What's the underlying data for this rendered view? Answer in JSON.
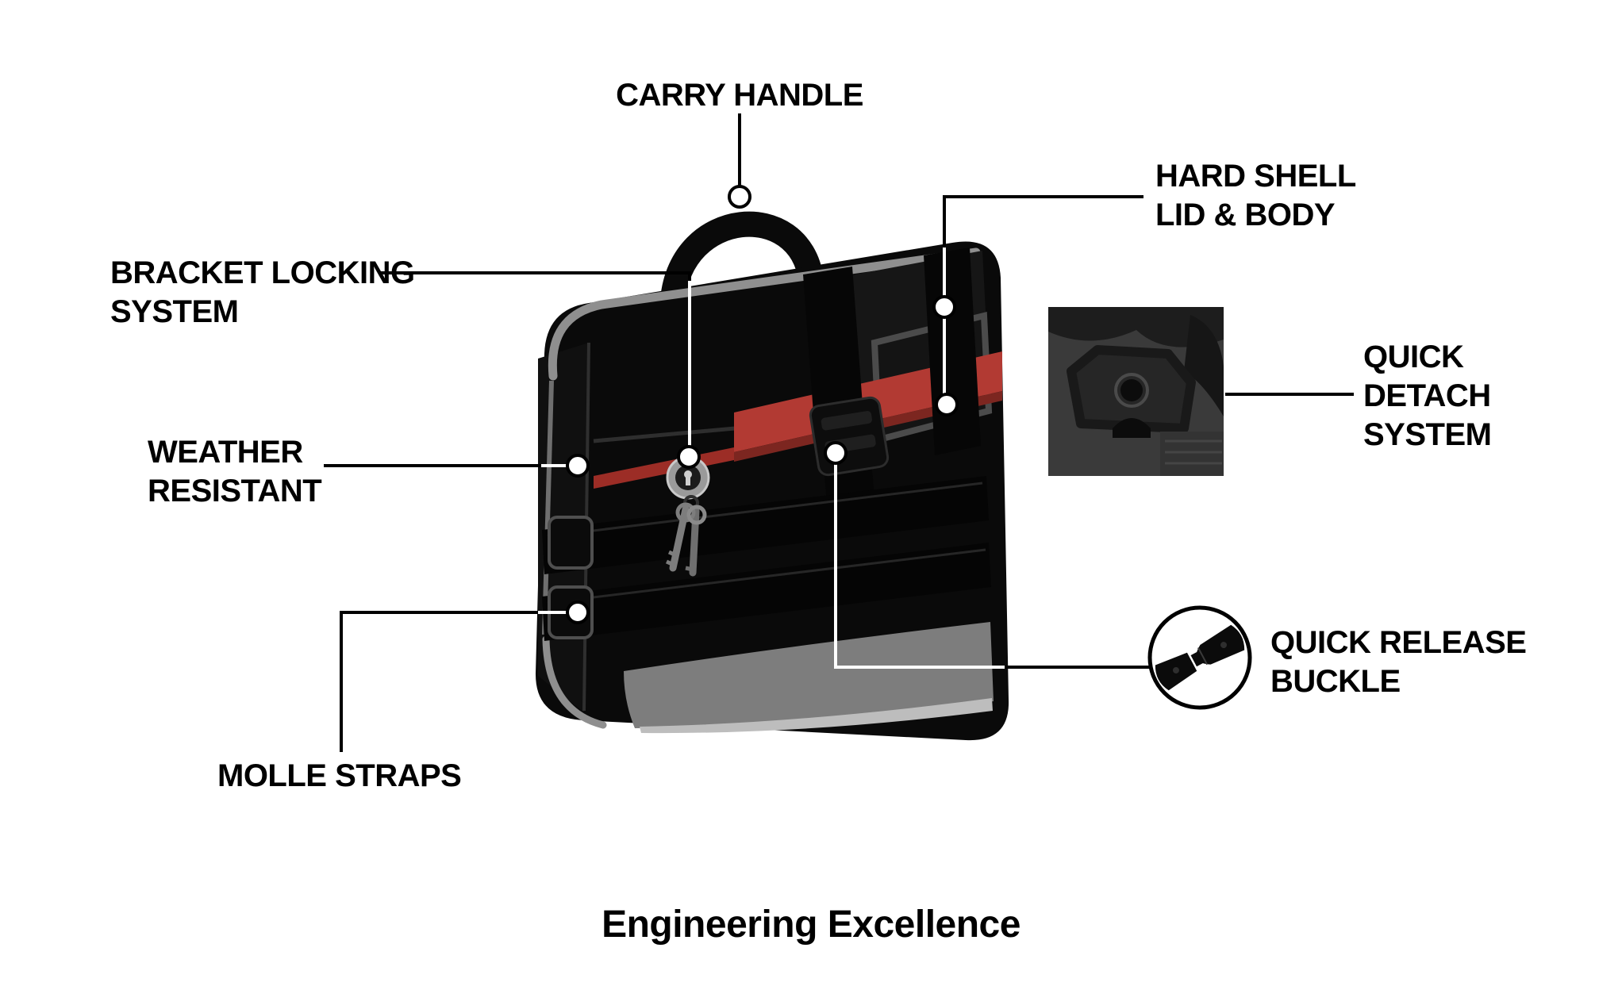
{
  "page": {
    "title": "Engineering Excellence",
    "background": "#ffffff"
  },
  "callouts": {
    "carry_handle": {
      "label": "CARRY HANDLE"
    },
    "hard_shell": {
      "line1": "HARD SHELL",
      "line2": "LID & BODY"
    },
    "bracket_locking": {
      "line1": "BRACKET LOCKING",
      "line2": "SYSTEM"
    },
    "weather_resistant": {
      "line1": "WEATHER",
      "line2": "RESISTANT"
    },
    "molle_straps": {
      "label": "MOLLE STRAPS"
    },
    "quick_detach": {
      "line1": "QUICK",
      "line2": "DETACH",
      "line3": "SYSTEM"
    },
    "quick_release_buckle": {
      "line1": "QUICK RELEASE",
      "line2": "BUCKLE"
    }
  },
  "colors": {
    "label_text": "#000000",
    "callout_line": "#000000",
    "bag_black": "#0a0a0a",
    "trim_gray": "#8f8f8f",
    "accent_red": "#b23a33",
    "accent_red_dark": "#7c2620",
    "bottom_gray": "#7d7d7d",
    "bottom_gray_light": "#bdbdbd"
  }
}
